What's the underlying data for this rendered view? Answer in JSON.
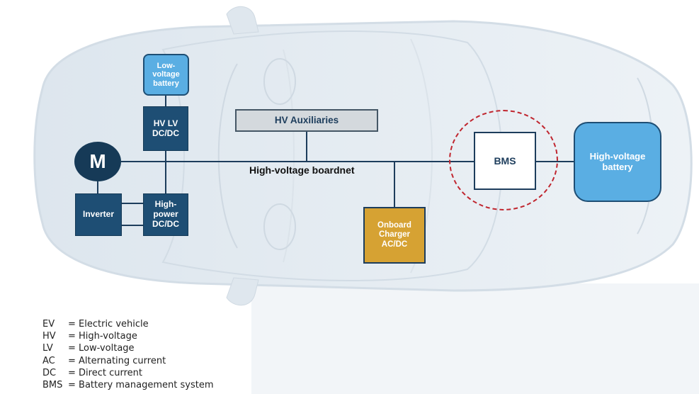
{
  "diagram": {
    "motor_label": "M",
    "boxes": {
      "low_voltage_battery": "Low-\nvoltage\nbattery",
      "hv_lv_dcdc": "HV LV\nDC/DC",
      "inverter": "Inverter",
      "high_power_dcdc": "High-\npower\nDC/DC",
      "hv_auxiliaries": "HV Auxiliaries",
      "bms": "BMS",
      "high_voltage_battery": "High-voltage\nbattery",
      "onboard_charger": "Onboard\nCharger\nAC/DC"
    },
    "boardnet_label": "High-voltage boardnet"
  },
  "legend": [
    {
      "abbr": "EV",
      "text": "= Electric vehicle"
    },
    {
      "abbr": "HV",
      "text": "= High-voltage"
    },
    {
      "abbr": "LV",
      "text": "= Low-voltage"
    },
    {
      "abbr": "AC",
      "text": "= Alternating current"
    },
    {
      "abbr": "DC",
      "text": "= Direct current"
    },
    {
      "abbr": "BMS",
      "text": "= Battery management system"
    }
  ],
  "colors": {
    "navy": "#1e4e74",
    "light_blue": "#5aaee3",
    "gold": "#d6a233",
    "grey": "#d4d9dd",
    "car_body": "#e6edf3",
    "ring_red": "#c0262f"
  }
}
